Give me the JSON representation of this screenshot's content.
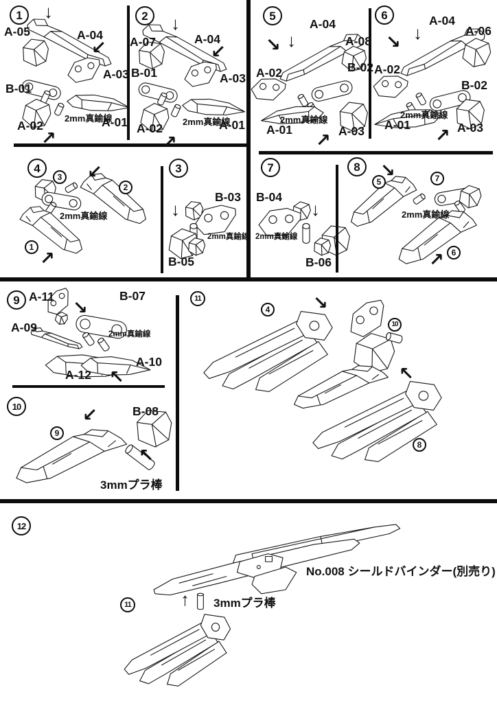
{
  "colors": {
    "ink": "#111111",
    "paper": "#ffffff"
  },
  "glyphs": {
    "down": "↓",
    "up": "↑",
    "ne": "↗",
    "nw": "↖",
    "se": "↘",
    "sw": "↙"
  },
  "notes": {
    "brass_wire": "2mm真鍮線",
    "plastic_rod": "3mmプラ棒"
  },
  "steps": [
    {
      "num": "1",
      "parts": [
        "A-05",
        "A-04",
        "A-03",
        "B-01",
        "A-02",
        "A-01"
      ],
      "note": "2mm真鍮線"
    },
    {
      "num": "2",
      "parts": [
        "A-07",
        "A-04",
        "B-01",
        "A-03",
        "A-02",
        "A-01"
      ],
      "note": "2mm真鍮線"
    },
    {
      "num": "3",
      "parts": [
        "B-03",
        "B-05"
      ],
      "note": "2mm真鍮線"
    },
    {
      "num": "4",
      "refs": [
        "3",
        "2",
        "1"
      ],
      "note": "2mm真鍮線"
    },
    {
      "num": "5",
      "parts": [
        "A-04",
        "A-08",
        "B-02",
        "A-02",
        "A-01",
        "A-03"
      ],
      "note": "2mm真鍮線"
    },
    {
      "num": "6",
      "parts": [
        "A-04",
        "A-06",
        "A-02",
        "B-02",
        "A-01",
        "A-03"
      ],
      "note": "2mm真鍮線"
    },
    {
      "num": "7",
      "parts": [
        "B-04",
        "B-06"
      ],
      "note": "2mm真鍮線"
    },
    {
      "num": "8",
      "refs": [
        "5",
        "7",
        "6"
      ],
      "note": "2mm真鍮線"
    },
    {
      "num": "9",
      "parts": [
        "A-11",
        "B-07",
        "A-09",
        "A-10",
        "A-12"
      ],
      "note": "2mm真鍮線"
    },
    {
      "num": "10",
      "parts": [
        "B-08"
      ],
      "refs": [
        "9"
      ],
      "note": "3mmプラ棒"
    },
    {
      "num": "11",
      "refs": [
        "4",
        "10",
        "8"
      ]
    },
    {
      "num": "12",
      "refs": [
        "11"
      ],
      "note": "3mmプラ棒",
      "caption": "No.008 シールドバインダー(別売り)"
    }
  ]
}
